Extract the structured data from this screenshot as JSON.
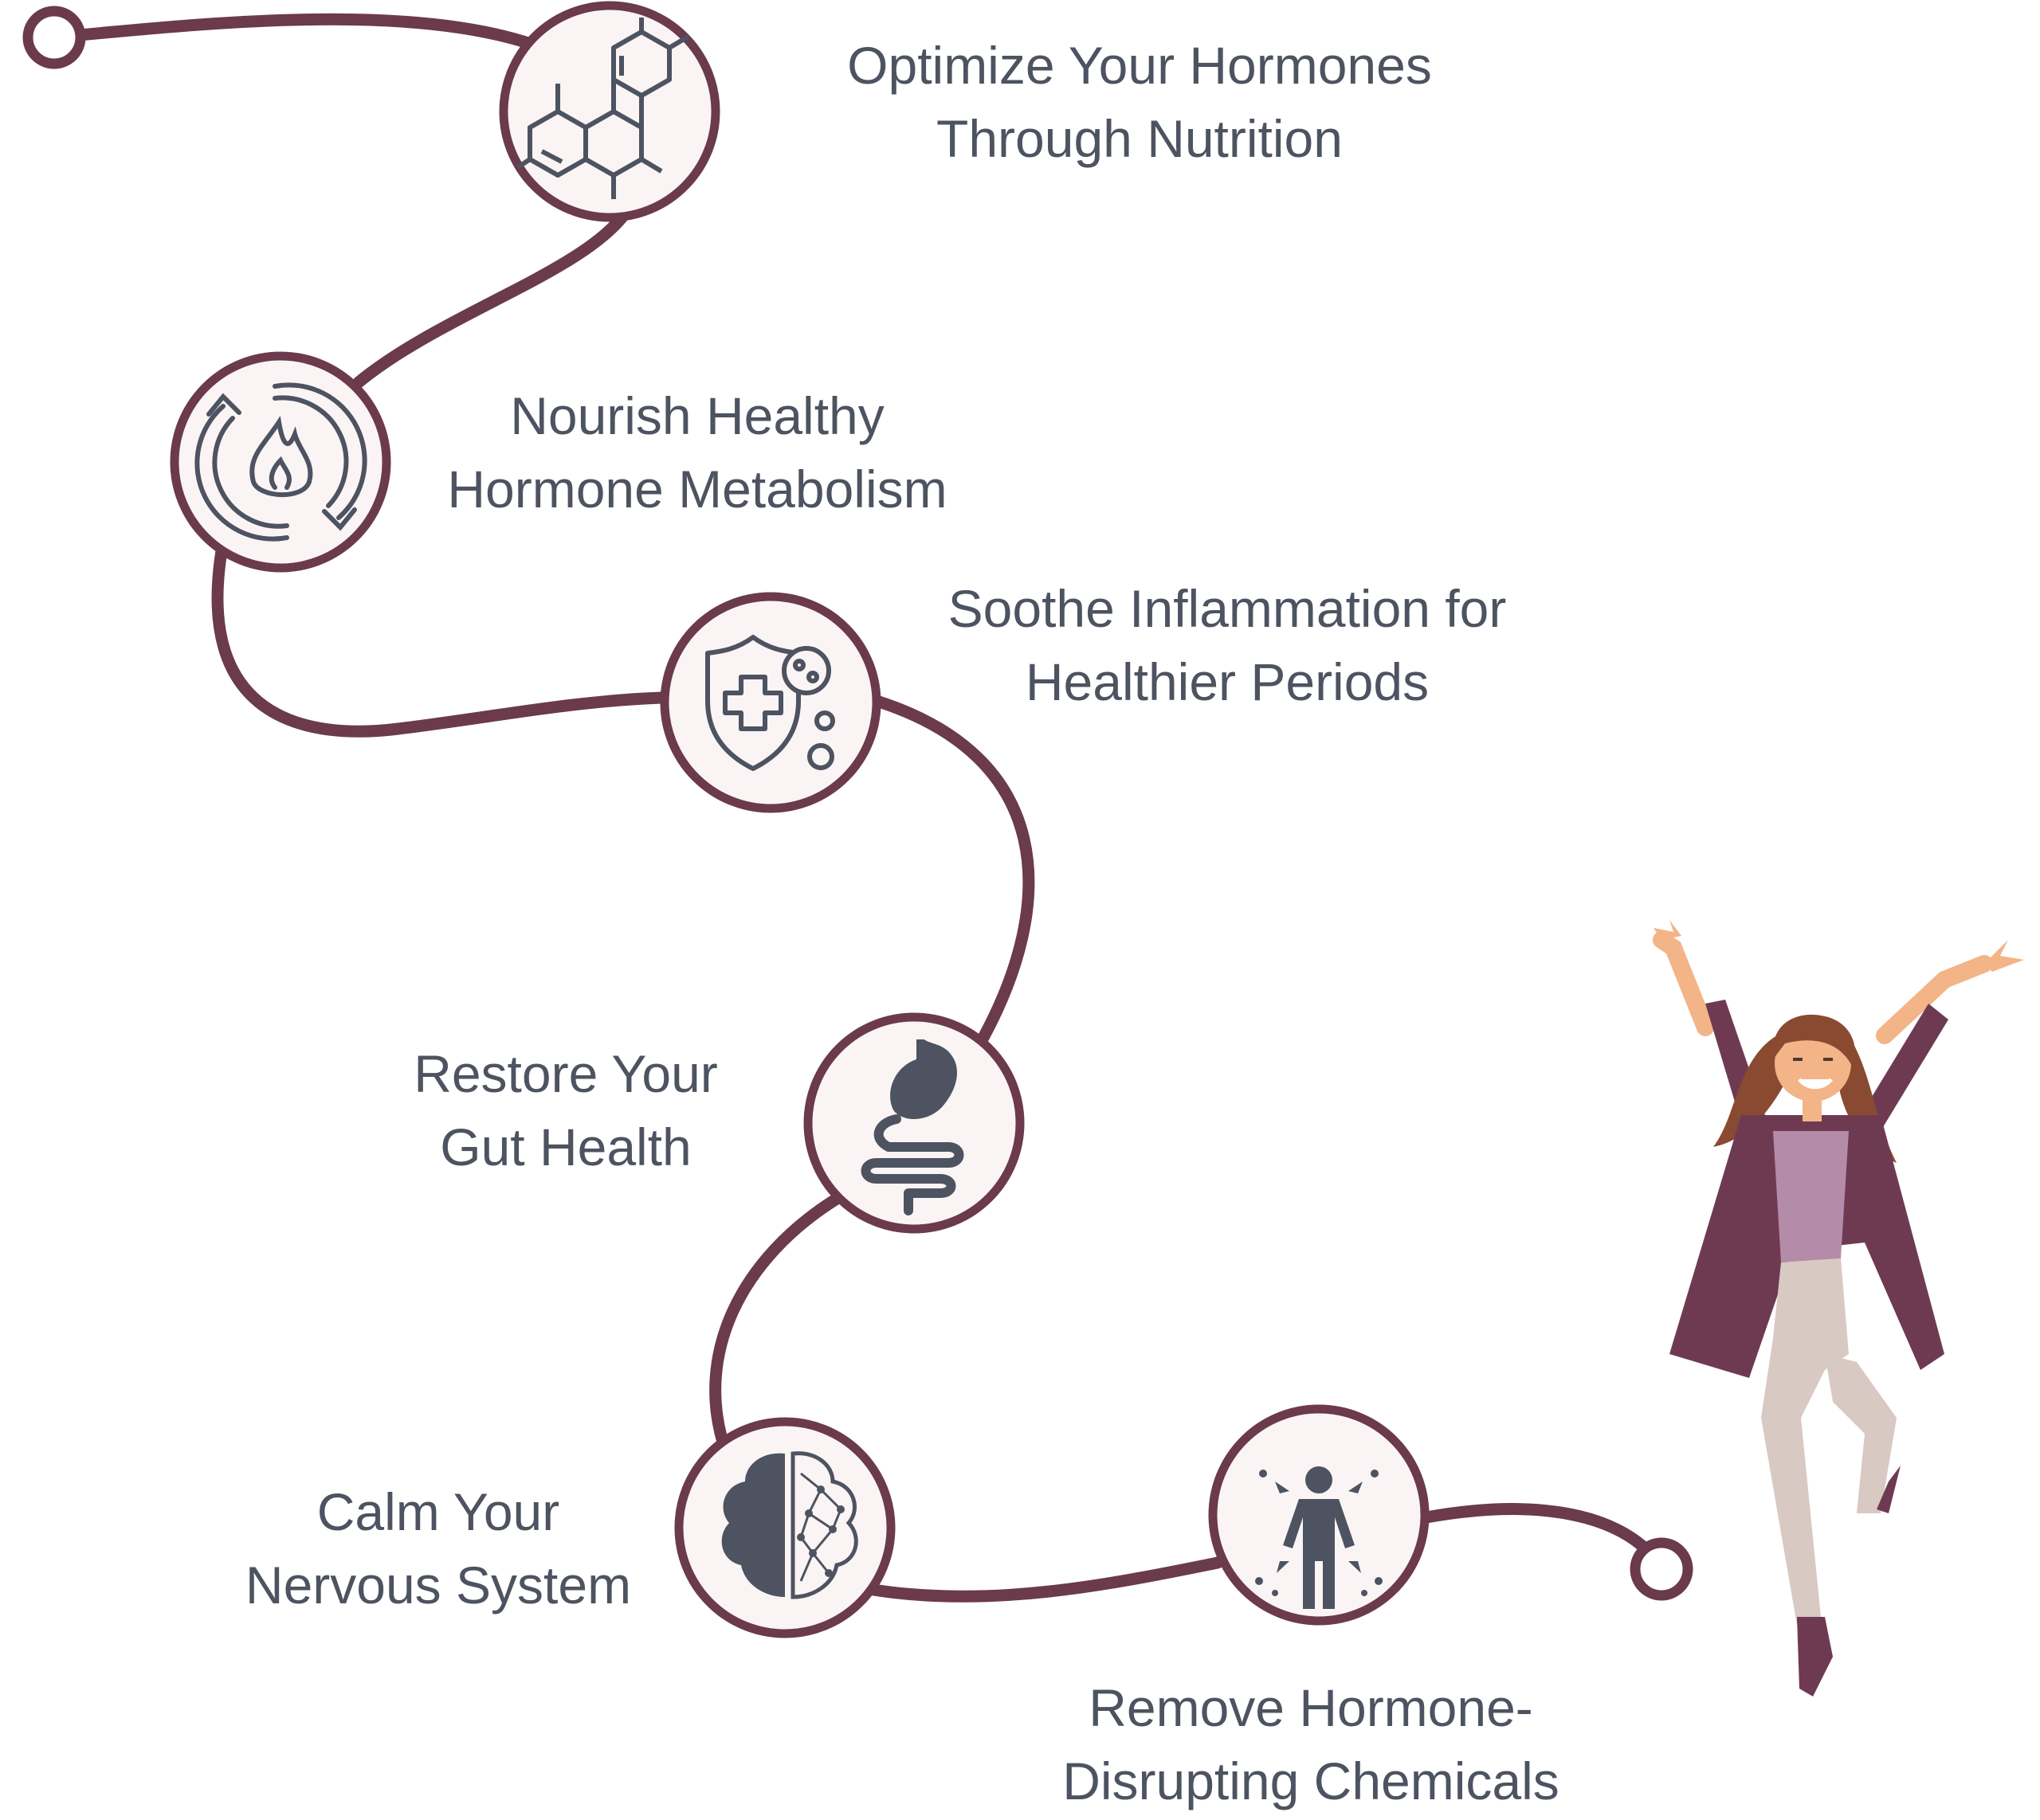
{
  "steps": [
    {
      "icon": "hormone-molecule-icon",
      "lines": [
        "Optimize Your Hormones",
        "Through Nutrition"
      ]
    },
    {
      "icon": "metabolism-flame-cycle-icon",
      "lines": [
        "Nourish Healthy",
        "Hormone Metabolism"
      ]
    },
    {
      "icon": "immune-shield-icon",
      "lines": [
        "Soothe Inflammation for",
        "Healthier Periods"
      ]
    },
    {
      "icon": "stomach-intestine-icon",
      "lines": [
        "Restore Your",
        "Gut Health"
      ]
    },
    {
      "icon": "brain-network-icon",
      "lines": [
        "Calm Your",
        "Nervous System"
      ]
    },
    {
      "icon": "body-detox-icon",
      "lines": [
        "Remove Hormone-",
        "Disrupting Chemicals"
      ]
    }
  ],
  "illustration": {
    "subject": "woman-jumping-celebrating-illustration"
  },
  "colors": {
    "path": "#6b3a4c",
    "node_fill": "#fbf4f4",
    "icon": "#4d5360",
    "text": "#4d5360",
    "jacket": "#6e3a52",
    "top": "#b48ba8",
    "pants": "#d8c9c2",
    "hair": "#8a4a32",
    "skin": "#f3b488"
  }
}
